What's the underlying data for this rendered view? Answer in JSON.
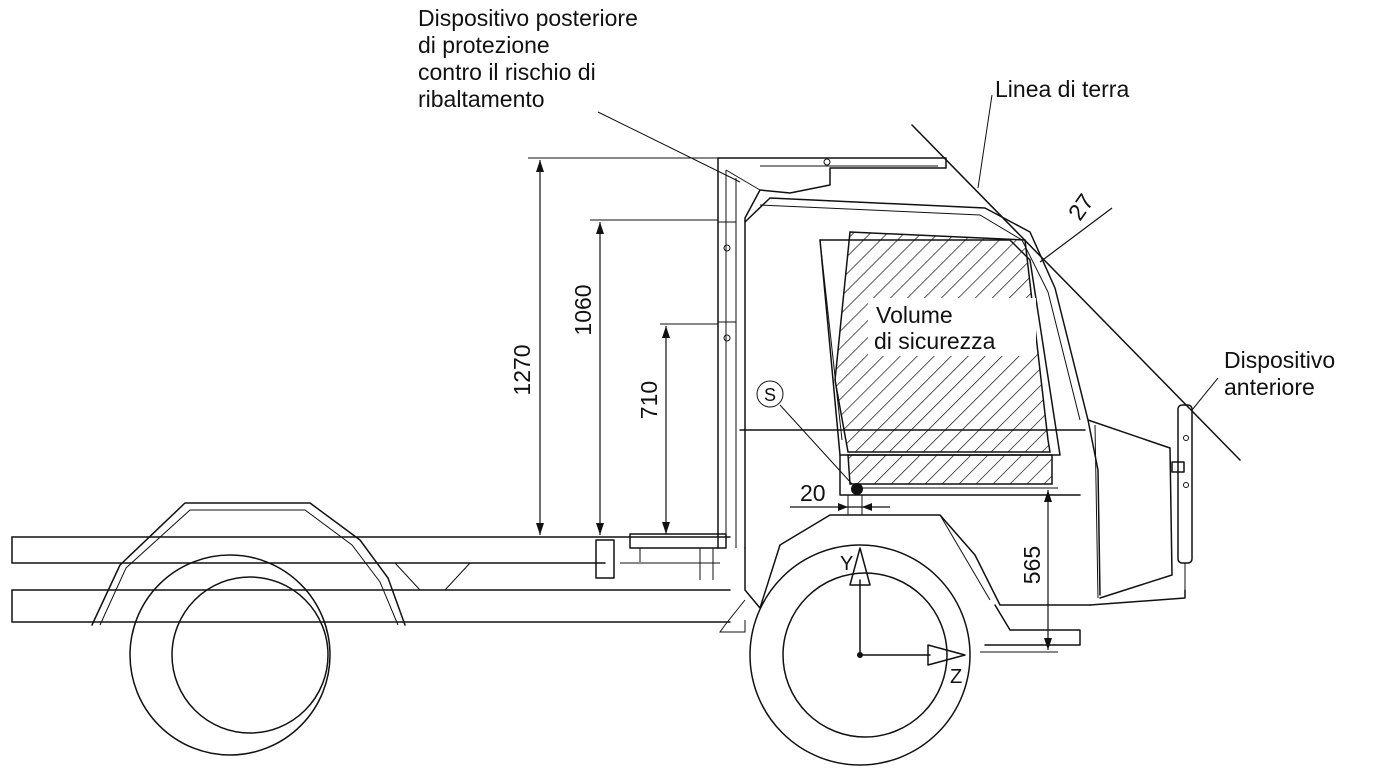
{
  "labels": {
    "rear_device_line1": "Dispositivo posteriore",
    "rear_device_line2": "di protezione",
    "rear_device_line3": "contro il rischio di",
    "rear_device_line4": "ribaltamento",
    "ground_line": "Linea di terra",
    "front_device_line1": "Dispositivo",
    "front_device_line2": "anteriore",
    "safety_volume_line1": "Volume",
    "safety_volume_line2": "di sicurezza",
    "seat_point": "S",
    "axis_y": "Y",
    "axis_z": "Z"
  },
  "dimensions": {
    "height_1270": "1270",
    "height_1060": "1060",
    "height_710": "710",
    "offset_20": "20",
    "height_565": "565",
    "angle_27": "27"
  },
  "colors": {
    "line": "#111111",
    "background": "#ffffff"
  }
}
